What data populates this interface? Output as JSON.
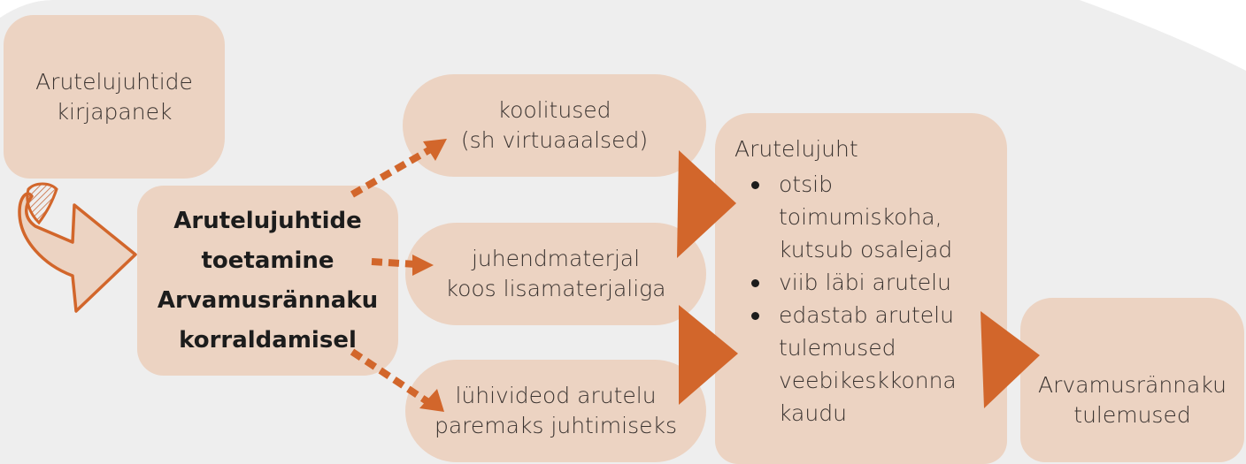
{
  "nodes": {
    "kirjapanek": {
      "lines": [
        "Arutelujuhtide",
        "kirjapanek"
      ]
    },
    "toetamine": {
      "lines": [
        "Arutelujuhtide",
        "toetamine",
        "Arvamusrännaku",
        "korraldamisel"
      ]
    },
    "koolitused": {
      "lines": [
        "koolitused",
        "(sh virtuaaalsed)"
      ]
    },
    "juhendmaterjal": {
      "lines": [
        "juhendmaterjal",
        "koos lisamaterjaliga"
      ]
    },
    "luhivideod": {
      "lines": [
        "lühivideod arutelu",
        "paremaks juhtimiseks"
      ]
    },
    "arutelujuht": {
      "title": "Arutelujuht",
      "items": [
        {
          "lines": [
            "otsib",
            "toimumiskoha,",
            "kutsub osalejad"
          ]
        },
        {
          "lines": [
            "viib läbi arutelu"
          ]
        },
        {
          "lines": [
            "edastab arutelu",
            "tulemused",
            "veebikeskkonna",
            "kaudu"
          ]
        }
      ]
    },
    "tulemused": {
      "lines": [
        "Arvamusrännaku",
        "tulemused"
      ]
    }
  },
  "colors": {
    "box": "#ecd3c2",
    "arrow": "#d2662b",
    "background_shape": "#eeeeee",
    "text": "#3a3330"
  }
}
